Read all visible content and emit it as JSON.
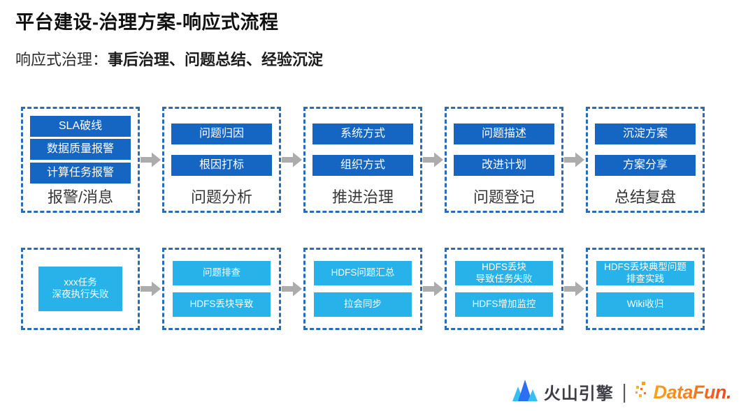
{
  "title": "平台建设-治理方案-响应式流程",
  "subtitle": {
    "prefix": "响应式治理：",
    "bold": "事后治理、问题总结、经验沉淀"
  },
  "colors": {
    "dark_button": "#1565C3",
    "light_button": "#27B2E9",
    "dashed_border": "#2B6CB4",
    "arrow_gray": "#ACACAC",
    "brand_orange_start": "#F9A21B",
    "brand_orange_end": "#EF4123",
    "brand_blue_light": "#35C0F0",
    "brand_blue_dark": "#2B6FF2"
  },
  "flow": {
    "rows": [
      {
        "name": "abstract-process",
        "stages": [
          {
            "items": [
              "SLA破线",
              "数据质量报警",
              "计算任务报警"
            ],
            "label": "报警/消息"
          },
          {
            "items": [
              "问题归因",
              "根因打标"
            ],
            "label": "问题分析"
          },
          {
            "items": [
              "系统方式",
              "组织方式"
            ],
            "label": "推进治理"
          },
          {
            "items": [
              "问题描述",
              "改进计划"
            ],
            "label": "问题登记"
          },
          {
            "items": [
              "沉淀方案",
              "方案分享"
            ],
            "label": "总结复盘"
          }
        ]
      },
      {
        "name": "example-process",
        "stages": [
          {
            "items": [
              "xxx任务\n深夜执行失败"
            ]
          },
          {
            "items": [
              "问题排查",
              "HDFS丢块导致"
            ]
          },
          {
            "items": [
              "HDFS问题汇总",
              "拉会同步"
            ]
          },
          {
            "items": [
              "HDFS丢块\n导致任务失败",
              "HDFS增加监控"
            ]
          },
          {
            "items": [
              "HDFS丢块典型问题\n排查实践",
              "Wiki收归"
            ]
          }
        ]
      }
    ]
  },
  "footer": {
    "brand1": "火山引擎",
    "separator": "|",
    "brand2": "DataFun."
  }
}
